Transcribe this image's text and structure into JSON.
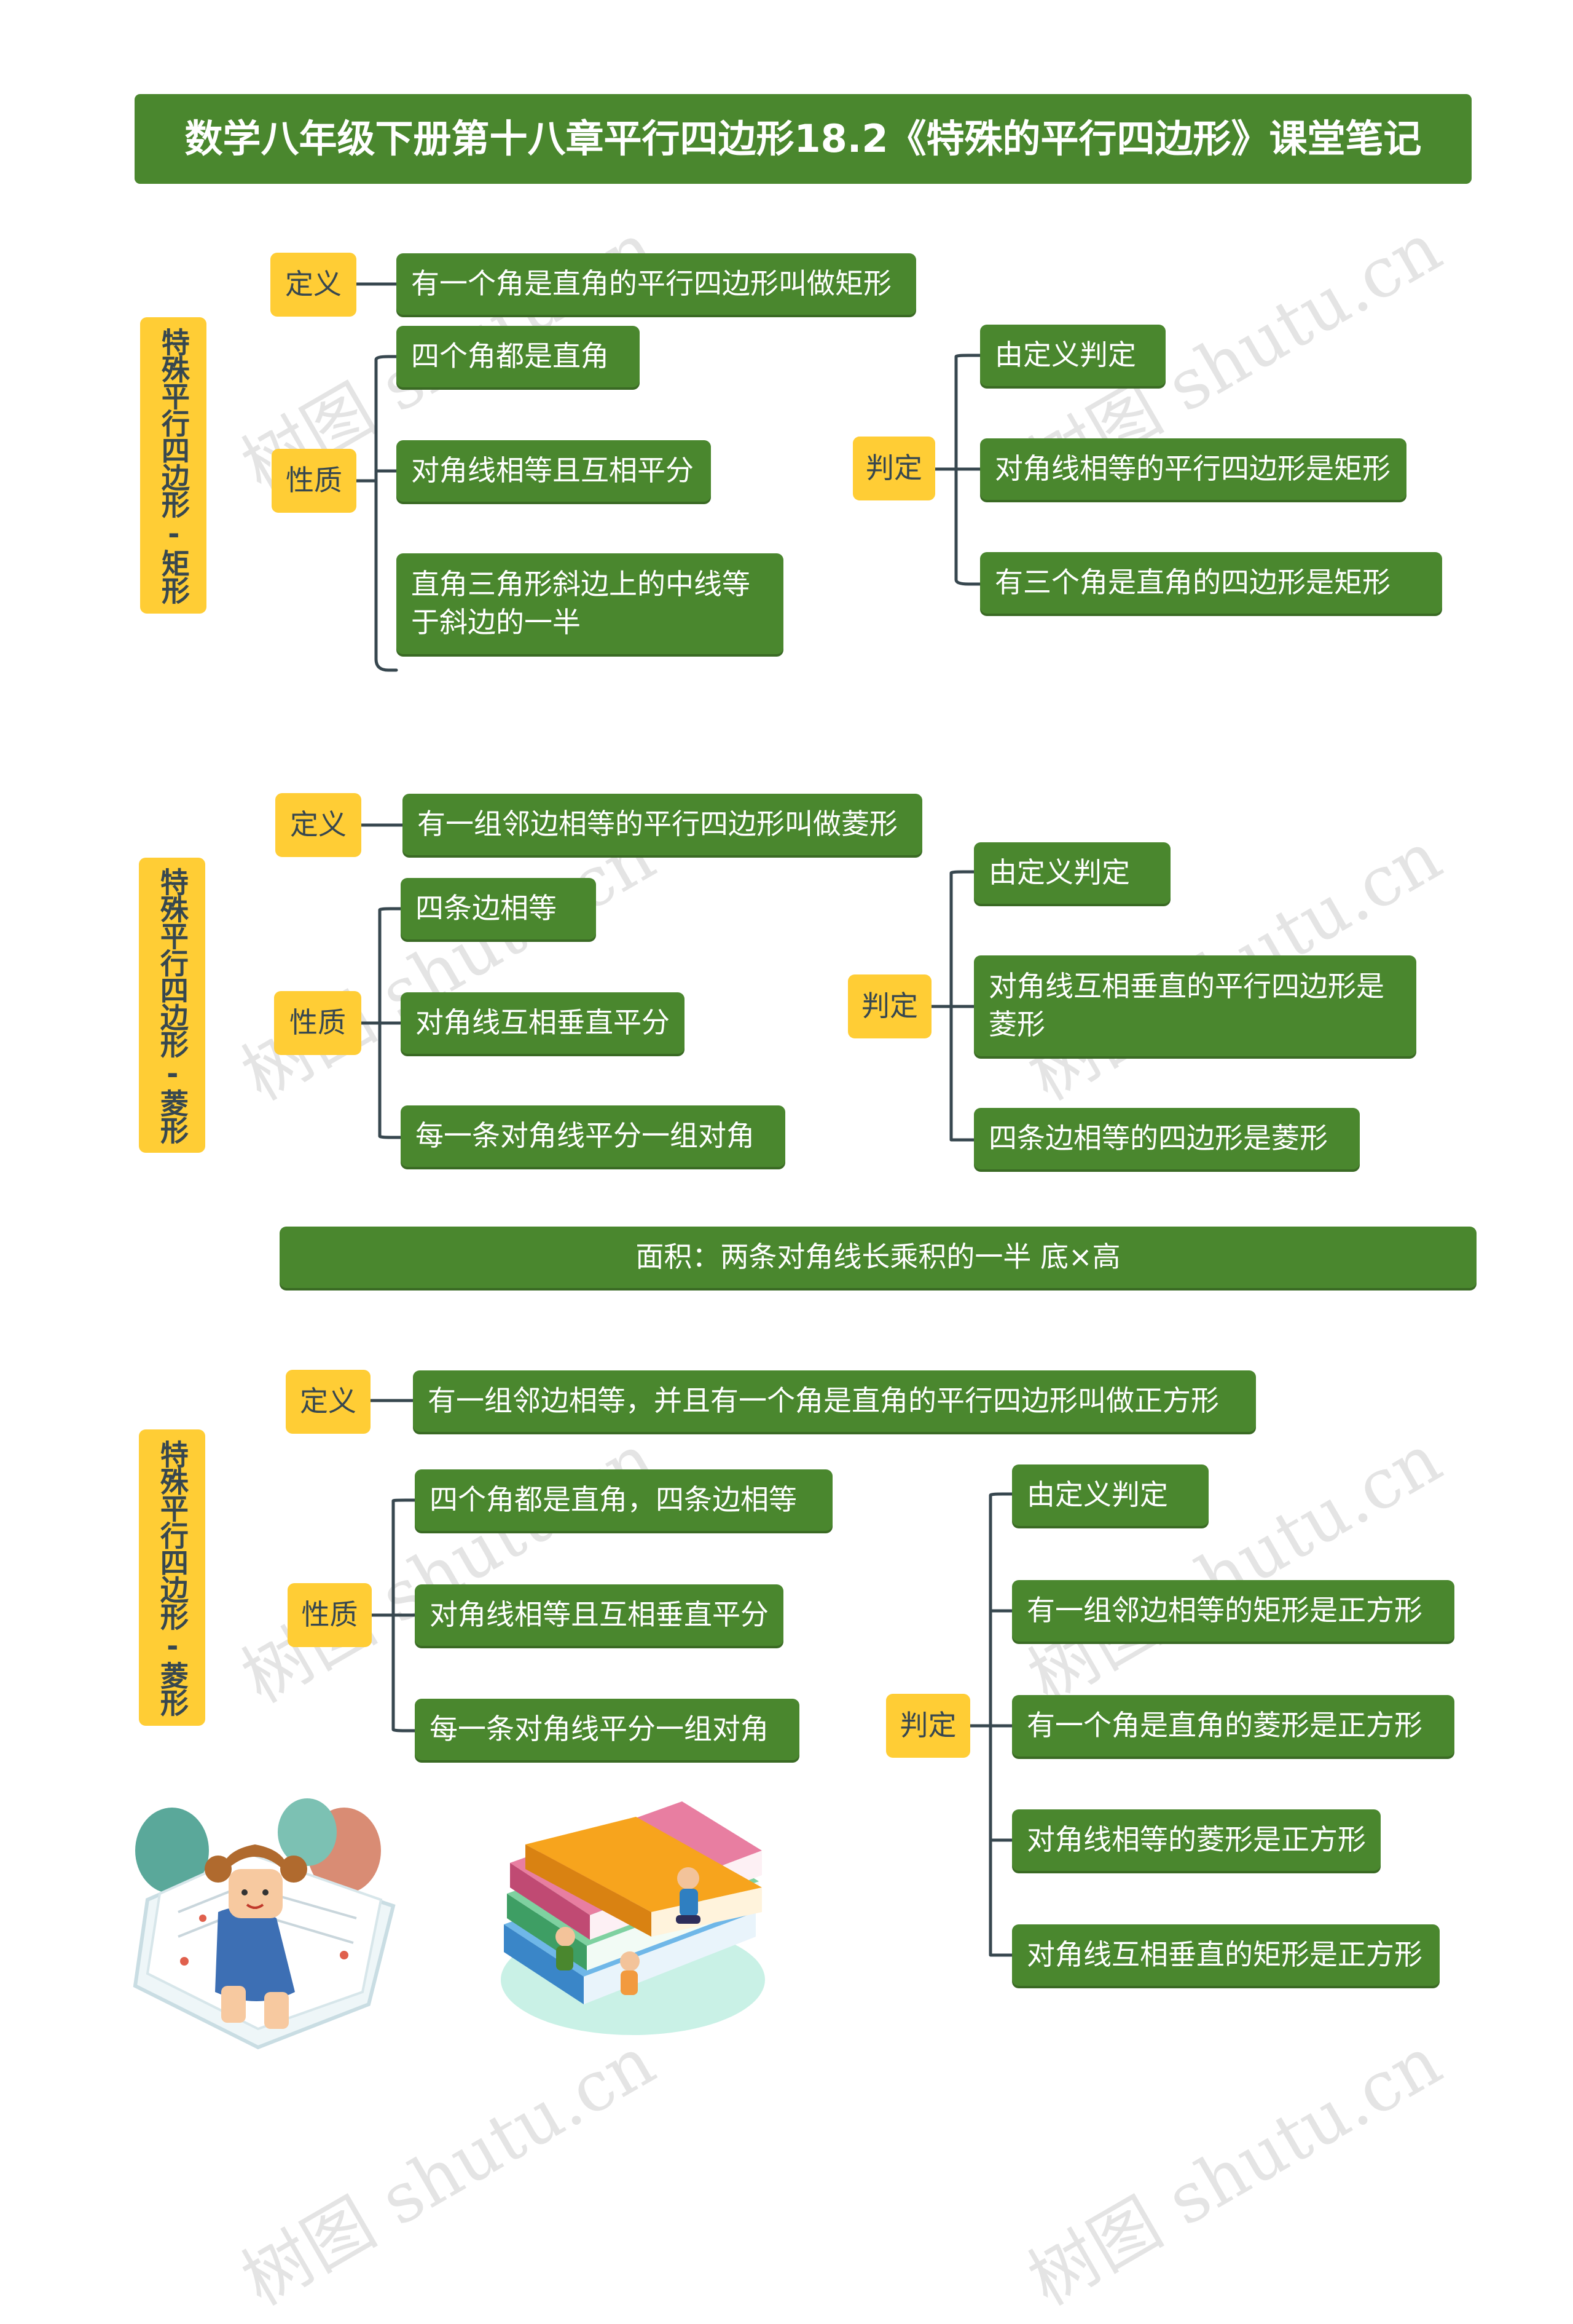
{
  "title": "数学八年级下册第十八章平行四边形18.2《特殊的平行四边形》课堂笔记",
  "watermark": "树图 shutu.cn",
  "colors": {
    "node_green": "#4a872e",
    "label_yellow": "#ffcd35",
    "line": "#37474f",
    "text_dark": "#37474f"
  },
  "sections": [
    {
      "name": "特殊平行四边形-矩形",
      "definition": {
        "label": "定义",
        "text": "有一个角是直角的平行四边形叫做矩形"
      },
      "properties": {
        "label": "性质",
        "items": [
          "四个角都是直角",
          "对角线相等且互相平分",
          "直角三角形斜边上的中线等于斜边的一半"
        ]
      },
      "criteria": {
        "label": "判定",
        "items": [
          "由定义判定",
          "对角线相等的平行四边形是矩形",
          "有三个角是直角的四边形是矩形"
        ]
      }
    },
    {
      "name": "特殊平行四边形-菱形",
      "definition": {
        "label": "定义",
        "text": "有一组邻边相等的平行四边形叫做菱形"
      },
      "properties": {
        "label": "性质",
        "items": [
          "四条边相等",
          "对角线互相垂直平分",
          "每一条对角线平分一组对角"
        ]
      },
      "criteria": {
        "label": "判定",
        "items": [
          "由定义判定",
          "对角线互相垂直的平行四边形是菱形",
          "四条边相等的四边形是菱形"
        ]
      },
      "area": "面积：两条对角线长乘积的一半    底×高"
    },
    {
      "name": "特殊平行四边形-菱形",
      "definition": {
        "label": "定义",
        "text": "有一组邻边相等，并且有一个角是直角的平行四边形叫做正方形"
      },
      "properties": {
        "label": "性质",
        "items": [
          "四个角都是直角，四条边相等",
          "对角线相等且互相垂直平分",
          "每一条对角线平分一组对角"
        ]
      },
      "criteria": {
        "label": "判定",
        "items": [
          "由定义判定",
          "有一组邻边相等的矩形是正方形",
          "有一个角是直角的菱形是正方形",
          "对角线相等的菱形是正方形",
          "对角线互相垂直的矩形是正方形"
        ]
      }
    }
  ]
}
